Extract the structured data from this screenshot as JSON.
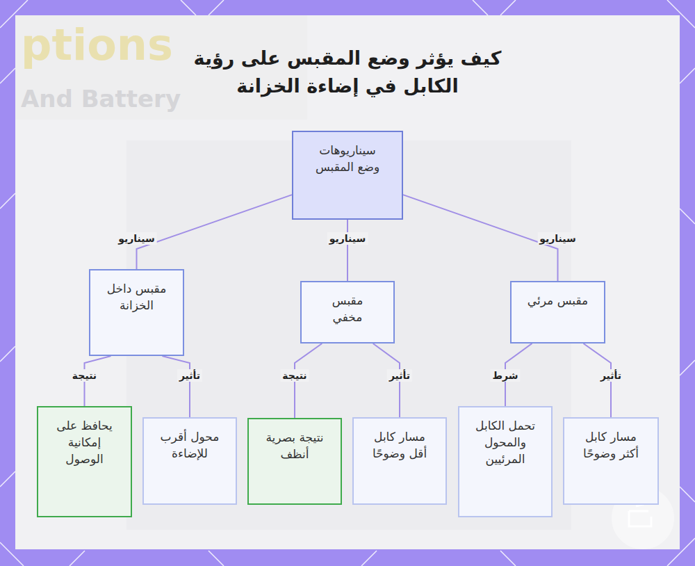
{
  "diagram": {
    "title": "كيف يؤثر وضع المقبس على رؤية الكابل في إضاءة الخزانة",
    "nodes": [
      {
        "text": [
          "سيناريوهات وضع المقبس"
        ]
      },
      {
        "text": [
          "مقبس مرئي"
        ]
      },
      {
        "text": [
          "مقبس مخفي"
        ]
      },
      {
        "text": [
          "مقبس داخل الخزانة"
        ]
      },
      {
        "text": [
          "مسار كابل أكثر وضوحًا"
        ]
      },
      {
        "text": [
          "تحمل الكابل والمحول المرئيين"
        ]
      },
      {
        "text": [
          "مسار كابل أقل وضوحًا"
        ]
      },
      {
        "text": [
          "نتيجة بصرية أنظف"
        ]
      },
      {
        "text": [
          "محول أقرب للإضاءة"
        ]
      },
      {
        "text": [
          "يحافظ على إمكانية الوصول"
        ]
      }
    ],
    "edges": [
      {
        "from": 0,
        "to": 1,
        "label": "سيناريو",
        "arrow": "none"
      },
      {
        "from": 0,
        "to": 2,
        "label": "سيناريو",
        "arrow": "none"
      },
      {
        "from": 0,
        "to": 3,
        "label": "سيناريو",
        "arrow": "none"
      },
      {
        "from": 1,
        "to": 4,
        "label": "تأثير",
        "arrow": "none"
      },
      {
        "from": 1,
        "to": 5,
        "label": "شرط",
        "arrow": "none"
      },
      {
        "from": 2,
        "to": 6,
        "label": "تأثير",
        "arrow": "none"
      },
      {
        "from": 2,
        "to": 7,
        "label": "نتيجة",
        "arrow": "none"
      },
      {
        "from": 3,
        "to": 8,
        "label": "تأثير",
        "arrow": "none"
      },
      {
        "from": 3,
        "to": 9,
        "label": "نتيجة",
        "arrow": "none"
      }
    ],
    "labels": [
      "ptions",
      "And Battery"
    ]
  }
}
